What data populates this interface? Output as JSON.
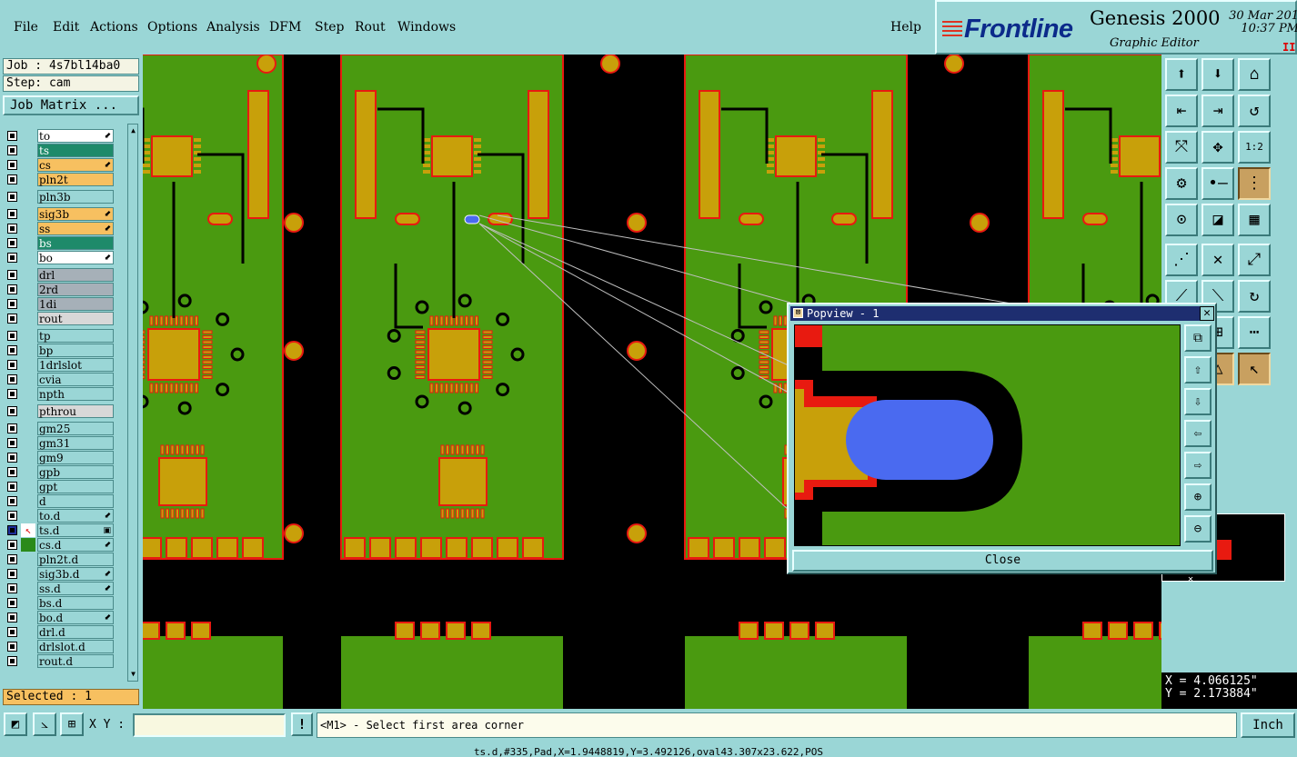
{
  "menu": {
    "file": "File",
    "edit": "Edit",
    "actions": "Actions",
    "options": "Options",
    "analysis": "Analysis",
    "dfm": "DFM",
    "step": "Step",
    "rout": "Rout",
    "windows": "Windows",
    "help": "Help"
  },
  "brand": {
    "logo": "Frontline",
    "product": "Genesis 2000",
    "subtitle": "Graphic Editor",
    "date": "30 Mar 201",
    "time": "10:37 PM",
    "pause": "II"
  },
  "job": {
    "job_text": "Job : 4s7bl14ba0",
    "step_text": "Step: cam",
    "matrix_button": "Job Matrix ..."
  },
  "layers": [
    {
      "name": "to",
      "color": "#ffffff",
      "flag": "⬋"
    },
    {
      "name": "ts",
      "color": "#1e8a6a",
      "flag": ""
    },
    {
      "name": "cs",
      "color": "#f7c060",
      "flag": "⬋"
    },
    {
      "name": "pln2t",
      "color": "#f7c060",
      "flag": ""
    },
    {
      "name": "pln3b",
      "color": "#9ad6d6",
      "flag": ""
    },
    {
      "name": "sig3b",
      "color": "#f7c060",
      "flag": "⬋"
    },
    {
      "name": "ss",
      "color": "#f7c060",
      "flag": "⬋"
    },
    {
      "name": "bs",
      "color": "#1e8a6a",
      "flag": ""
    },
    {
      "name": "bo",
      "color": "#ffffff",
      "flag": "⬋"
    },
    {
      "name": "drl",
      "color": "#a6b0b8",
      "flag": ""
    },
    {
      "name": "2rd",
      "color": "#a6b0b8",
      "flag": ""
    },
    {
      "name": "1di",
      "color": "#a6b0b8",
      "flag": ""
    },
    {
      "name": "rout",
      "color": "#d8d8d8",
      "flag": ""
    },
    {
      "name": "tp",
      "color": "#9ad6d6",
      "flag": ""
    },
    {
      "name": "bp",
      "color": "#9ad6d6",
      "flag": ""
    },
    {
      "name": "1drlslot",
      "color": "#9ad6d6",
      "flag": ""
    },
    {
      "name": "cvia",
      "color": "#9ad6d6",
      "flag": ""
    },
    {
      "name": "npth",
      "color": "#9ad6d6",
      "flag": ""
    },
    {
      "name": "pthrou",
      "color": "#d8d8d8",
      "flag": ""
    },
    {
      "name": "gm25",
      "color": "#9ad6d6",
      "flag": ""
    },
    {
      "name": "gm31",
      "color": "#9ad6d6",
      "flag": ""
    },
    {
      "name": "gm9",
      "color": "#9ad6d6",
      "flag": ""
    },
    {
      "name": "gpb",
      "color": "#9ad6d6",
      "flag": ""
    },
    {
      "name": "gpt",
      "color": "#9ad6d6",
      "flag": ""
    },
    {
      "name": "d",
      "color": "#9ad6d6",
      "flag": ""
    },
    {
      "name": "to.d",
      "color": "#9ad6d6",
      "flag": "⬋"
    },
    {
      "name": "ts.d",
      "color": "#9ad6d6",
      "flag": "▣"
    },
    {
      "name": "cs.d",
      "color": "#9ad6d6",
      "flag": "⬋"
    },
    {
      "name": "pln2t.d",
      "color": "#9ad6d6",
      "flag": ""
    },
    {
      "name": "sig3b.d",
      "color": "#9ad6d6",
      "flag": "⬋"
    },
    {
      "name": "ss.d",
      "color": "#9ad6d6",
      "flag": "⬋"
    },
    {
      "name": "bs.d",
      "color": "#9ad6d6",
      "flag": ""
    },
    {
      "name": "bo.d",
      "color": "#9ad6d6",
      "flag": "⬋"
    },
    {
      "name": "drl.d",
      "color": "#9ad6d6",
      "flag": ""
    },
    {
      "name": "drlslot.d",
      "color": "#9ad6d6",
      "flag": ""
    },
    {
      "name": "rout.d",
      "color": "#9ad6d6",
      "flag": ""
    }
  ],
  "selected_text": "Selected : 1",
  "popview": {
    "title": "Popview - 1",
    "close_label": "Close"
  },
  "coords": {
    "x": "X = 4.066125\"",
    "y": "Y = 2.173884\""
  },
  "bottom": {
    "xy_label": "X Y :",
    "xy_value": "",
    "warn": "!",
    "prompt": "<M1> - Select first area corner",
    "units": "Inch"
  },
  "status": "ts.d,#335,Pad,X=1.9448819,Y=3.492126,oval43.307x23.622,POS",
  "colors": {
    "board": "#4a9a10",
    "copper": "#c8a00a",
    "mask": "#e81a10",
    "selection": "#4a6af0"
  }
}
